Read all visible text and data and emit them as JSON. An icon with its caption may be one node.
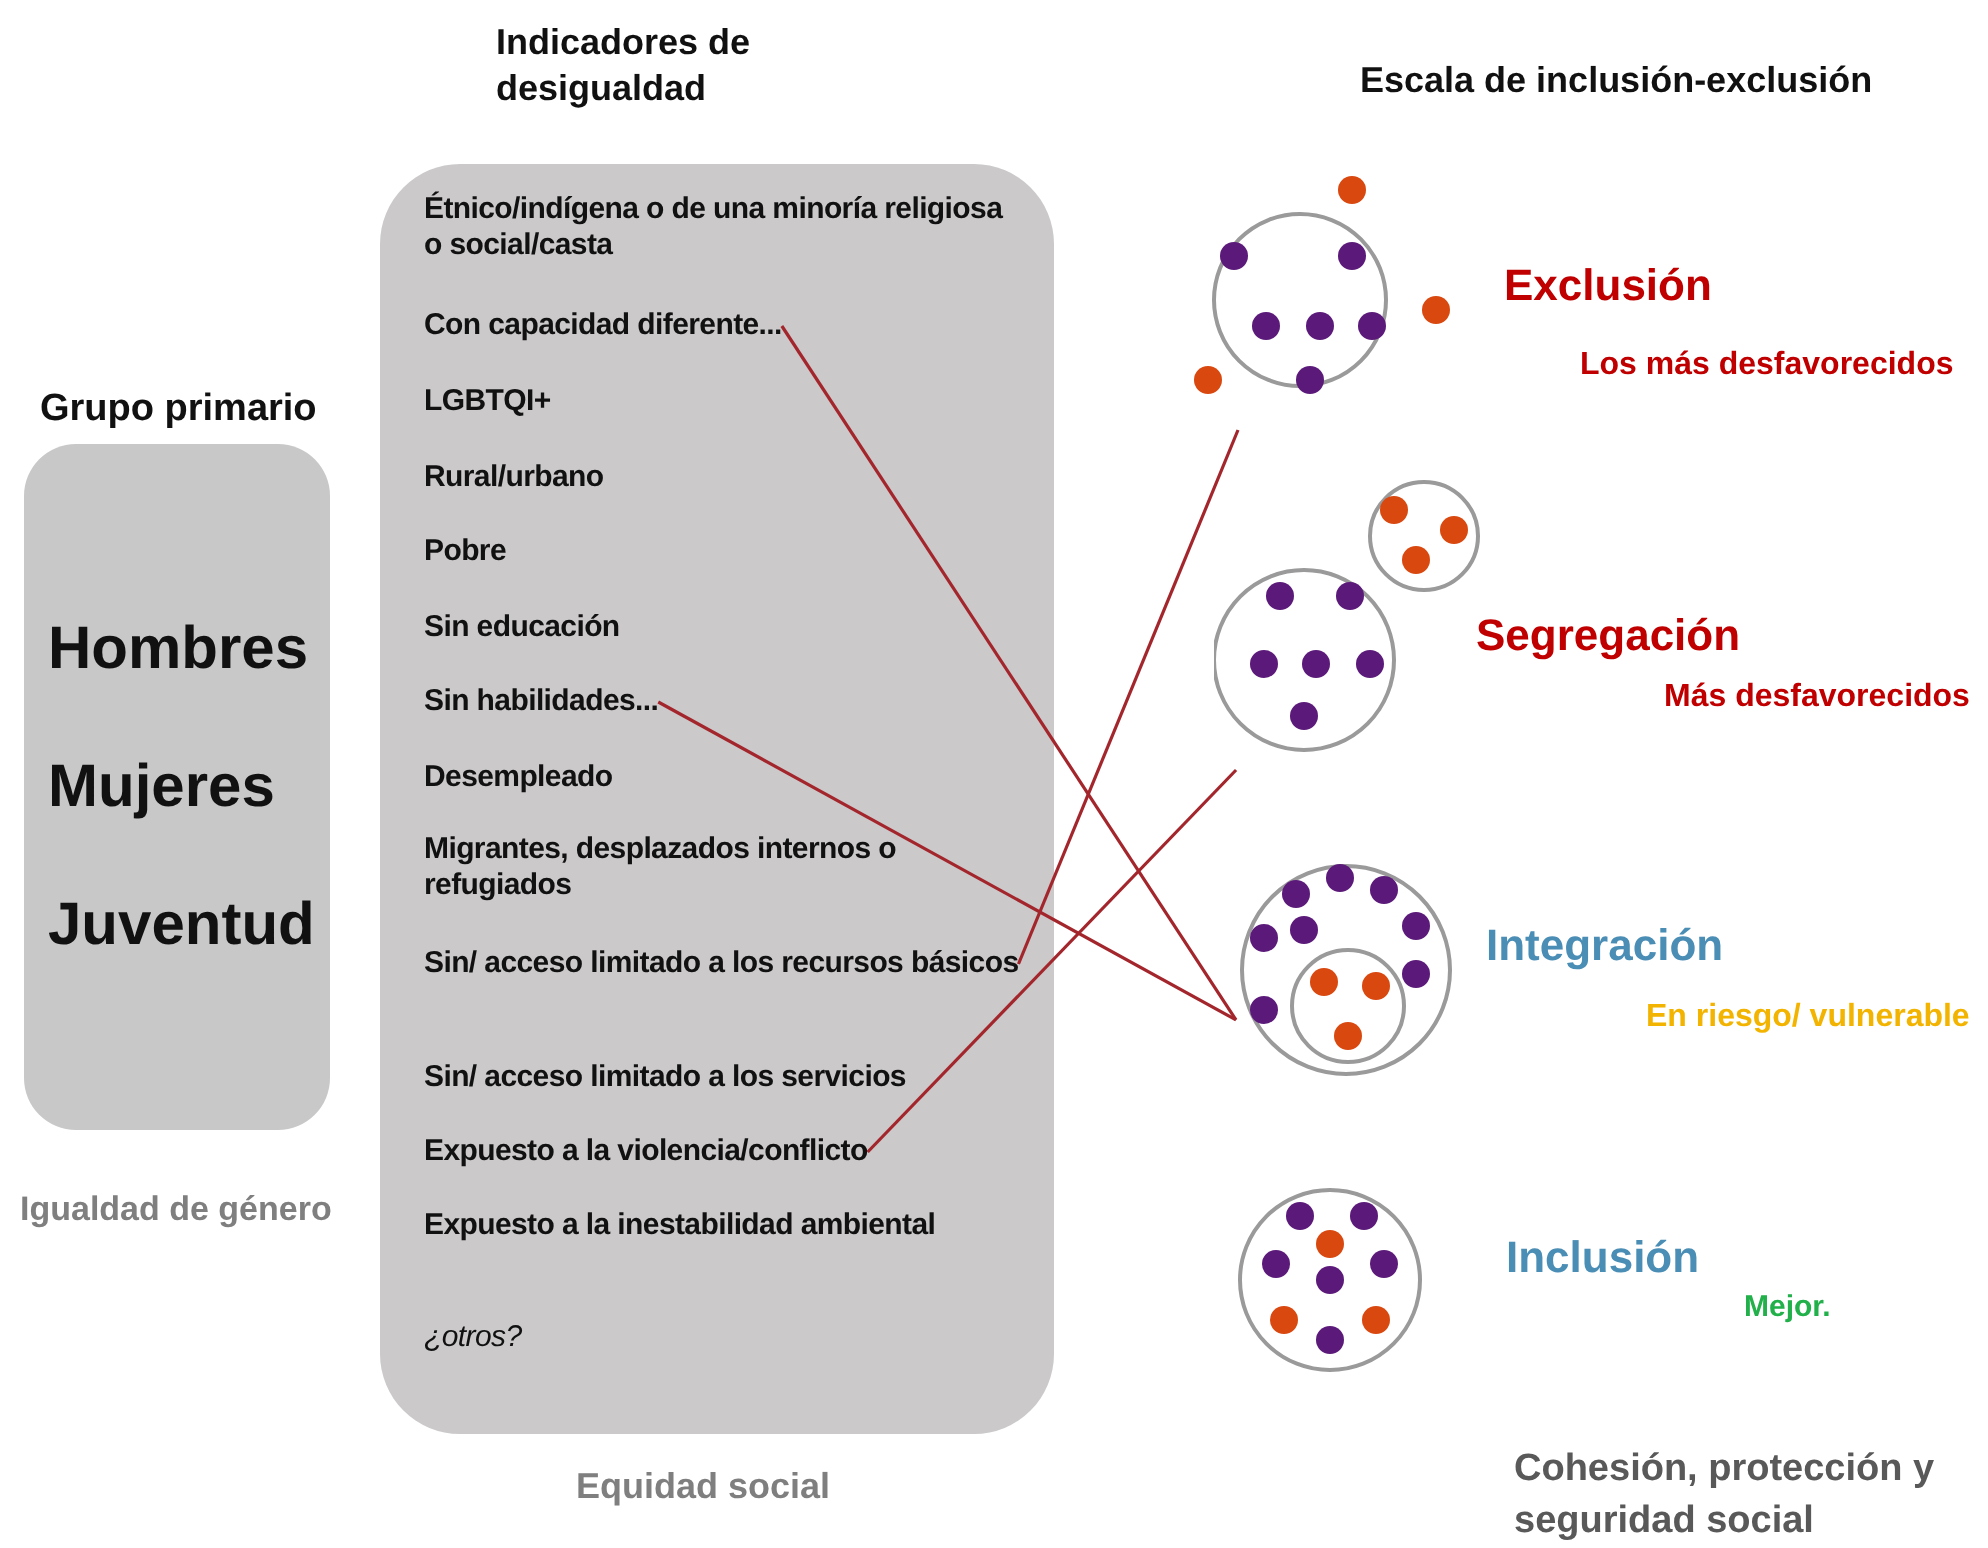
{
  "diagram": {
    "nodes": [
      {
        "text": [
          "Grupo primario",
          "Hombres",
          "Mujeres",
          "Juventud"
        ],
        "beside": [
          "Igualdad de género"
        ]
      },
      {
        "text": [
          "Indicadores de desigualdad"
        ],
        "beside": [
          "Equidad social"
        ]
      },
      {
        "text": [
          "Étnico/indígena o de una minoría religiosa o social/casta"
        ],
        "in": 1
      },
      {
        "text": [
          "Con capacidad diferente..."
        ],
        "in": 1
      },
      {
        "text": [
          "LGBTQI+"
        ],
        "in": 1
      },
      {
        "text": [
          "Rural/urbano"
        ],
        "in": 1
      },
      {
        "text": [
          "Pobre"
        ],
        "in": 1
      },
      {
        "text": [
          "Sin educación"
        ],
        "in": 1
      },
      {
        "text": [
          "Sin habilidades..."
        ],
        "in": 1
      },
      {
        "text": [
          "Desempleado"
        ],
        "in": 1
      },
      {
        "text": [
          "Migrantes, desplazados internos o refugiados"
        ],
        "in": 1
      },
      {
        "text": [
          "Sin/ acceso limitado a los recursos básicos"
        ],
        "in": 1
      },
      {
        "text": [
          "Sin/ acceso limitado a los servicios"
        ],
        "in": 1
      },
      {
        "text": [
          "Expuesto a la violencia/conflicto"
        ],
        "in": 1
      },
      {
        "text": [
          "Expuesto a la inestabilidad ambiental"
        ],
        "in": 1
      },
      {
        "text": [
          "¿otros?"
        ],
        "in": 1
      },
      {
        "text": [],
        "shape": "circle",
        "beside": [
          "Exclusión",
          "Los más desfavorecidos"
        ]
      },
      {
        "text": [],
        "shape": "circle",
        "beside": [
          "Segregación",
          "Más desfavorecidos"
        ]
      },
      {
        "text": [],
        "shape": "circle",
        "beside": [
          "Integración",
          "En riesgo/ vulnerable"
        ]
      },
      {
        "text": [],
        "shape": "circle",
        "beside": [
          "Inclusión",
          "Mejor."
        ]
      }
    ],
    "edges": [
      {
        "from": 3,
        "to": 18,
        "arrow": "none"
      },
      {
        "from": 8,
        "to": 18,
        "arrow": "none"
      },
      {
        "from": 11,
        "to": 16,
        "arrow": "none"
      },
      {
        "from": 13,
        "to": 17,
        "arrow": "none"
      }
    ],
    "labels": [
      "Escala de inclusión-exclusión",
      "Cohesión, protección y seguridad social"
    ]
  }
}
